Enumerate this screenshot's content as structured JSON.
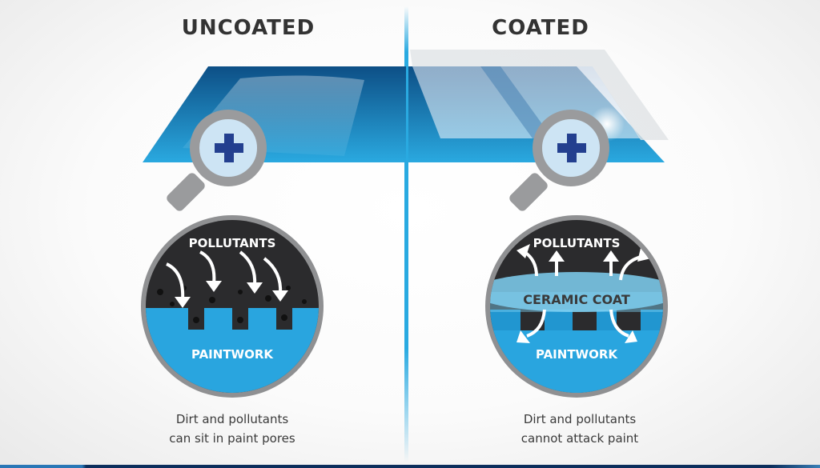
{
  "panels": {
    "left": {
      "heading": "UNCOATED",
      "top_label": "POLLUTANTS",
      "bottom_label": "PAINTWORK",
      "caption_line1": "Dirt and pollutants",
      "caption_line2": "can sit in paint pores"
    },
    "right": {
      "heading": "COATED",
      "top_label": "POLLUTANTS",
      "middle_label": "CERAMIC COAT",
      "bottom_label": "PAINTWORK",
      "caption_line1": "Dirt and pollutants",
      "caption_line2": "cannot attack paint"
    }
  },
  "icons": [
    "magnifier-plus-icon",
    "windshield-icon",
    "arrow-down-icon",
    "arrow-up-icon"
  ],
  "colors": {
    "brand_blue": "#29aae1",
    "dark_navy": "#0c2e5c",
    "pollutant_dark": "#2b2b2d",
    "heading_text": "#333333",
    "plus_blue": "#233f8f",
    "lens_gray": "#9a9b9d"
  }
}
